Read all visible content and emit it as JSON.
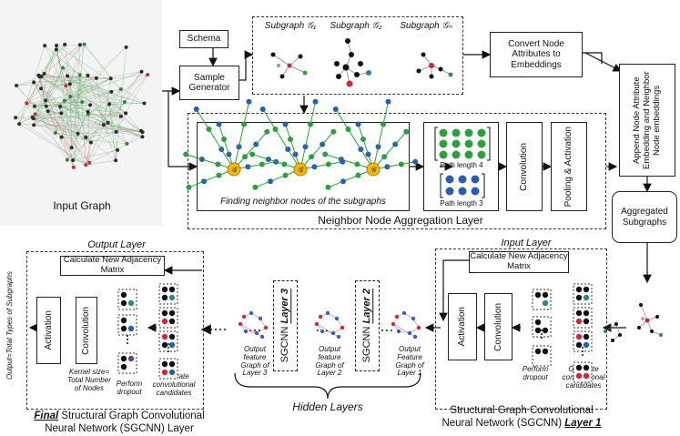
{
  "input_graph": {
    "label": "Input Graph"
  },
  "schema": {
    "label": "Schema"
  },
  "sample_generator": {
    "label": "Sample Generator"
  },
  "subgraphs": {
    "g1": "Subgraph 𝒢₁",
    "g2": "Subgraph 𝒢₂",
    "gn": "Subgraph 𝒢ₙ"
  },
  "convert_node": {
    "label": "Convert Node Attributes to Embeddings"
  },
  "append_node": {
    "label": "Append Node Attribute Embedding and Neighbor Node embeddings"
  },
  "aggregated": {
    "label": "Aggregated Subgraphs"
  },
  "nnal": {
    "title": "Neighbor Node Aggregation Layer",
    "finding": "Finding neighbor nodes of the subgraphs",
    "path4": "Path length 4",
    "path3": "Path length 3",
    "convolution": "Convolution",
    "pooling": "Pooling & Activation",
    "g_symbol": "𝒢"
  },
  "input_layer": {
    "title": "Input Layer",
    "calc": "Calculate New Adjacency Matrix",
    "activation": "Activation",
    "convolution": "Convolution",
    "dropout": "Perform dropout",
    "candidates": "Generate convolutional candidates",
    "caption_line1": "Structural Graph Convolutional",
    "caption_line2": "Neural Network (SGCNN) ",
    "caption_layer": "Layer 1"
  },
  "hidden": {
    "title": "Hidden Layers",
    "out1": "Output Feature Graph of Layer 1",
    "out2": "Output feature Graph of Layer 2",
    "out3": "Output feature Graph of Layer 3",
    "sgcnn2_prefix": "SGCNN ",
    "sgcnn2_layer": "Layer 2",
    "sgcnn3_prefix": "SGCNN ",
    "sgcnn3_layer": "Layer 3"
  },
  "output_layer": {
    "title": "Output Layer",
    "calc": "Calculate New Adjacency Matrix",
    "activation": "Activation",
    "convolution": "Convolution",
    "kernel": "Kernel size= Total Number of Nodes",
    "dropout": "Perform dropout",
    "candidates": "Generate convolutional candidates",
    "side": "Output=Total Types of Subgraphs",
    "caption_final": "Final",
    "caption_line1": " Structural Graph Convolutional",
    "caption_line2": "Neural Network (SGCNN) Layer"
  },
  "colors": {
    "accent_yellow": "#f5b800",
    "node_green": "#2e9e3e",
    "node_blue": "#2a5db0",
    "node_red": "#d0283a"
  }
}
